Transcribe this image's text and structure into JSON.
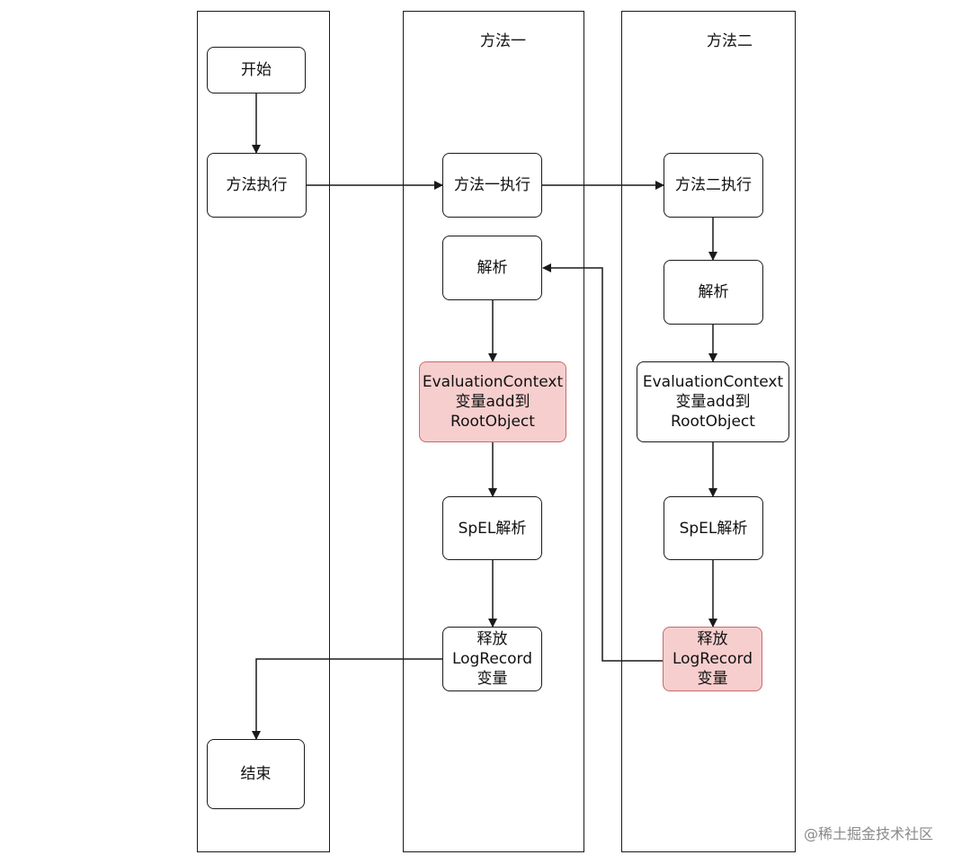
{
  "lanes": {
    "lane1": {
      "title": "方法一"
    },
    "lane2": {
      "title": "方法二"
    }
  },
  "nodes": {
    "start": "开始",
    "exec": "方法执行",
    "end": "结束",
    "m1_exec": "方法一执行",
    "m1_parse": "解析",
    "m1_context": "EvaluationContext\n变量add到\nRootObject",
    "m1_spel": "SpEL解析",
    "m1_release": "释放\nLogRecord\n变量",
    "m2_exec": "方法二执行",
    "m2_parse": "解析",
    "m2_context": "EvaluationContext\n变量add到\nRootObject",
    "m2_spel": "SpEL解析",
    "m2_release": "释放\nLogRecord\n变量"
  },
  "colors": {
    "highlight_fill": "#f7cece",
    "highlight_border": "#c96a6a",
    "line": "#1a1a1a"
  },
  "watermark": "@稀土掘金技术社区"
}
